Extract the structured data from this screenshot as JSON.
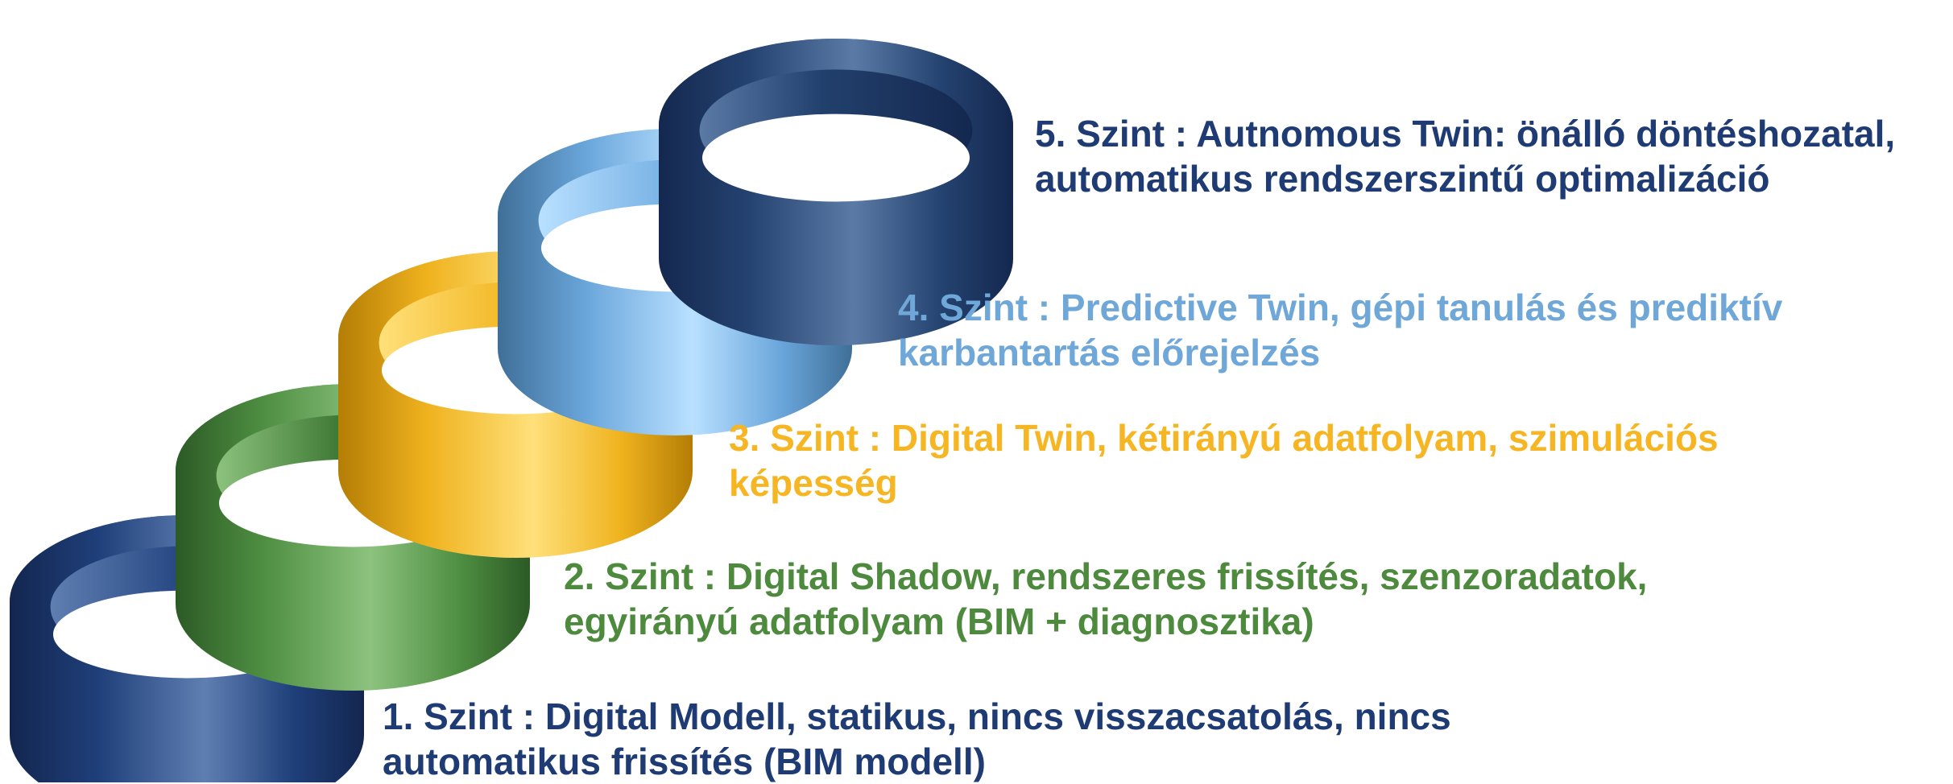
{
  "levels": [
    {
      "line1": "1. Szint : Digital Modell, statikus, nincs visszacsatolás, nincs",
      "line2": "automatikus frissítés (BIM modell)",
      "text_color": "#1f3b73",
      "ring": {
        "dark": "#13264f",
        "mid": "#1f3f7a",
        "light": "#5f7fb2",
        "inner": "#2a4a86"
      }
    },
    {
      "line1": "2. Szint : Digital Shadow, rendszeres frissítés, szenzoradatok,",
      "line2": "egyirányú adatfolyam (BIM + diagnosztika)",
      "text_color": "#4e8a3e",
      "ring": {
        "dark": "#2c5a26",
        "mid": "#4f8f42",
        "light": "#8cc27e",
        "inner": "#3f7a35"
      }
    },
    {
      "line1": "3. Szint : Digital Twin, kétirányú adatfolyam, szimulációs",
      "line2": "képesség",
      "text_color": "#f6b624",
      "ring": {
        "dark": "#b47d05",
        "mid": "#efb21e",
        "light": "#ffe07a",
        "inner": "#f3ba2a"
      }
    },
    {
      "line1": "4. Szint : Predictive Twin, gépi tanulás és prediktív",
      "line2": "karbantartás előrejelzés",
      "text_color": "#6ea7d8",
      "ring": {
        "dark": "#3f6f98",
        "mid": "#6aa6db",
        "light": "#b9e0ff",
        "inner": "#7bb4e6"
      }
    },
    {
      "line1": "5. Szint : Autnomous Twin: önálló döntéshozatal,",
      "line2": "automatikus rendszerszintű optimalizáció",
      "text_color": "#1f3b73",
      "ring": {
        "dark": "#14284f",
        "mid": "#24426f",
        "light": "#5b7aa6",
        "inner": "#22406d"
      }
    }
  ]
}
